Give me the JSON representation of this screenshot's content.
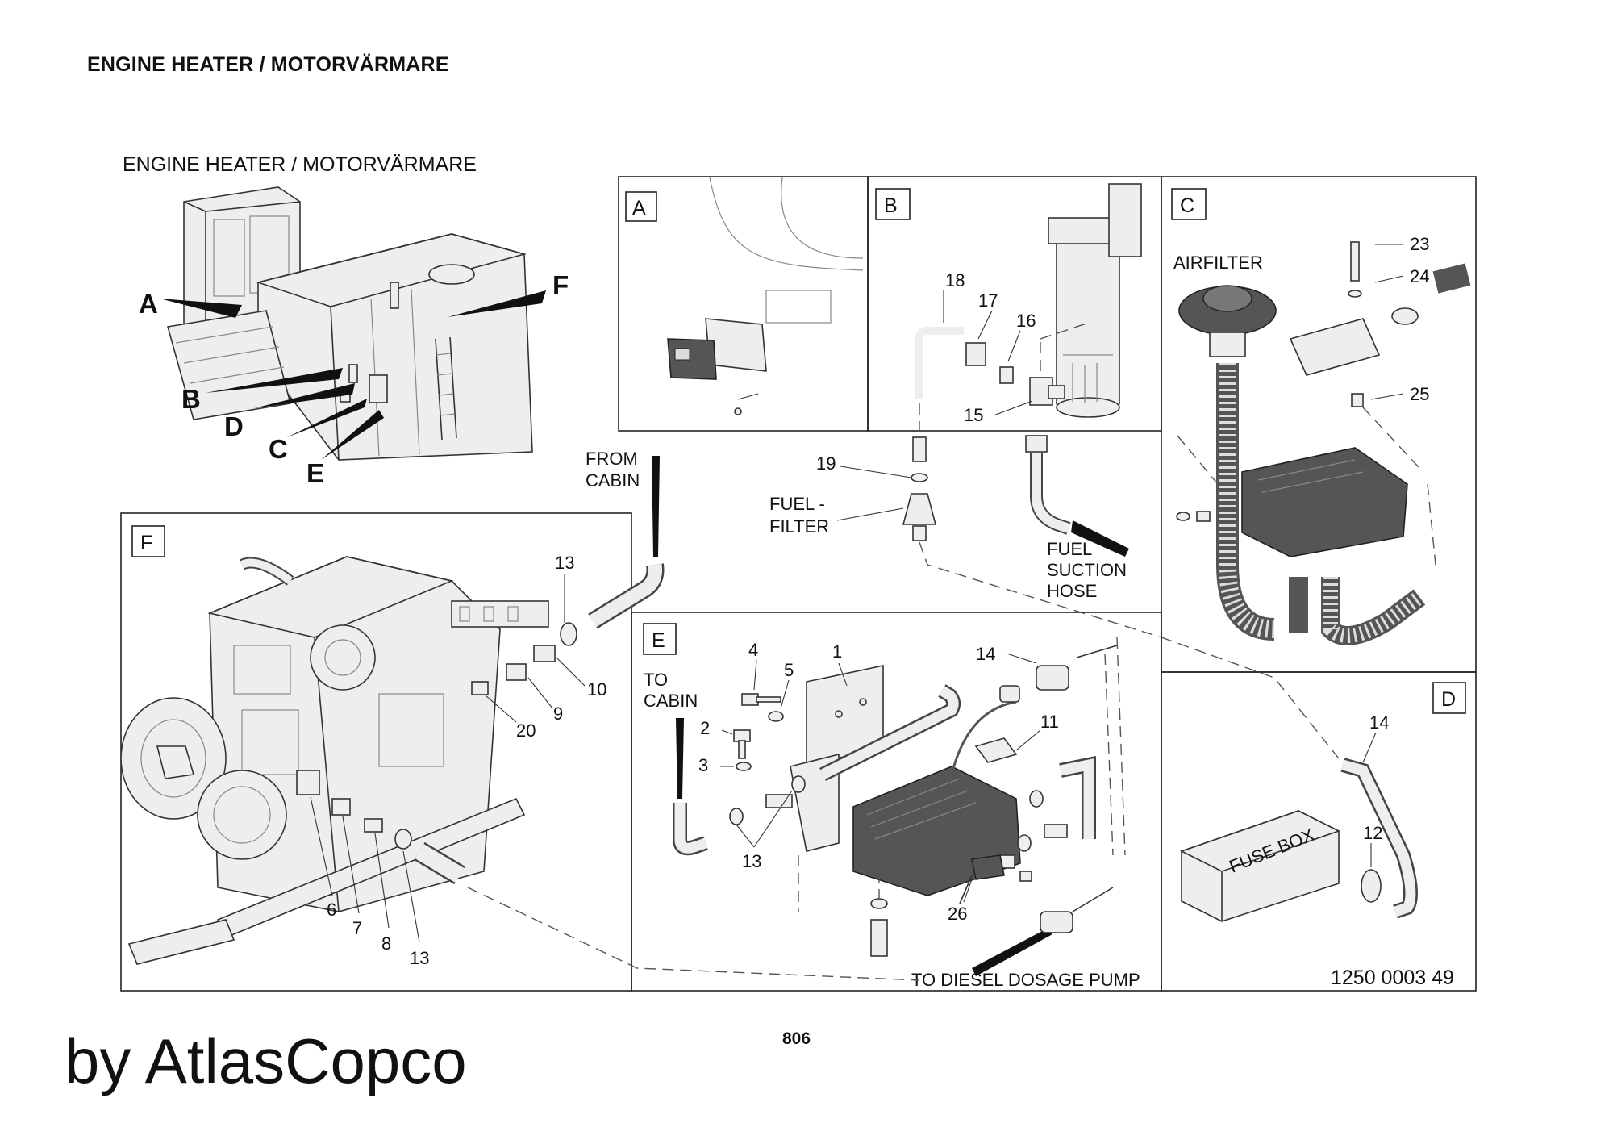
{
  "header": {
    "title": "ENGINE HEATER / MOTORVÄRMARE"
  },
  "diagram": {
    "title": "ENGINE HEATER / MOTORVÄRMARE",
    "drawing_number": "1250 0003 49",
    "overview_labels": [
      "A",
      "B",
      "C",
      "D",
      "E",
      "F"
    ],
    "panels": {
      "a": {
        "label": "A"
      },
      "b": {
        "label": "B",
        "callouts": [
          "18",
          "17",
          "16",
          "15"
        ]
      },
      "c": {
        "label": "C",
        "text": "AIRFILTER",
        "callouts": [
          "23",
          "24",
          "25"
        ]
      },
      "d": {
        "label": "D",
        "text": "FUSE BOX",
        "callouts": [
          "14",
          "12"
        ]
      },
      "e": {
        "label": "E",
        "callouts": [
          "4",
          "5",
          "1",
          "14",
          "11",
          "2",
          "3",
          "13",
          "26"
        ]
      },
      "f": {
        "label": "F",
        "callouts": [
          "13",
          "9",
          "10",
          "20",
          "6",
          "7",
          "8",
          "13"
        ]
      }
    },
    "notes": {
      "from_cabin": [
        "FROM",
        "CABIN"
      ],
      "to_cabin": [
        "TO",
        "CABIN"
      ],
      "fuel_filter": [
        "FUEL -",
        "FILTER"
      ],
      "fuel_suction_hose": [
        "FUEL",
        "SUCTION",
        "HOSE"
      ],
      "to_diesel_dosage_pump": "TO DIESEL DOSAGE PUMP",
      "callout_19": "19"
    }
  },
  "footer": {
    "page_number": "806",
    "brand": "by AtlasCopco"
  }
}
